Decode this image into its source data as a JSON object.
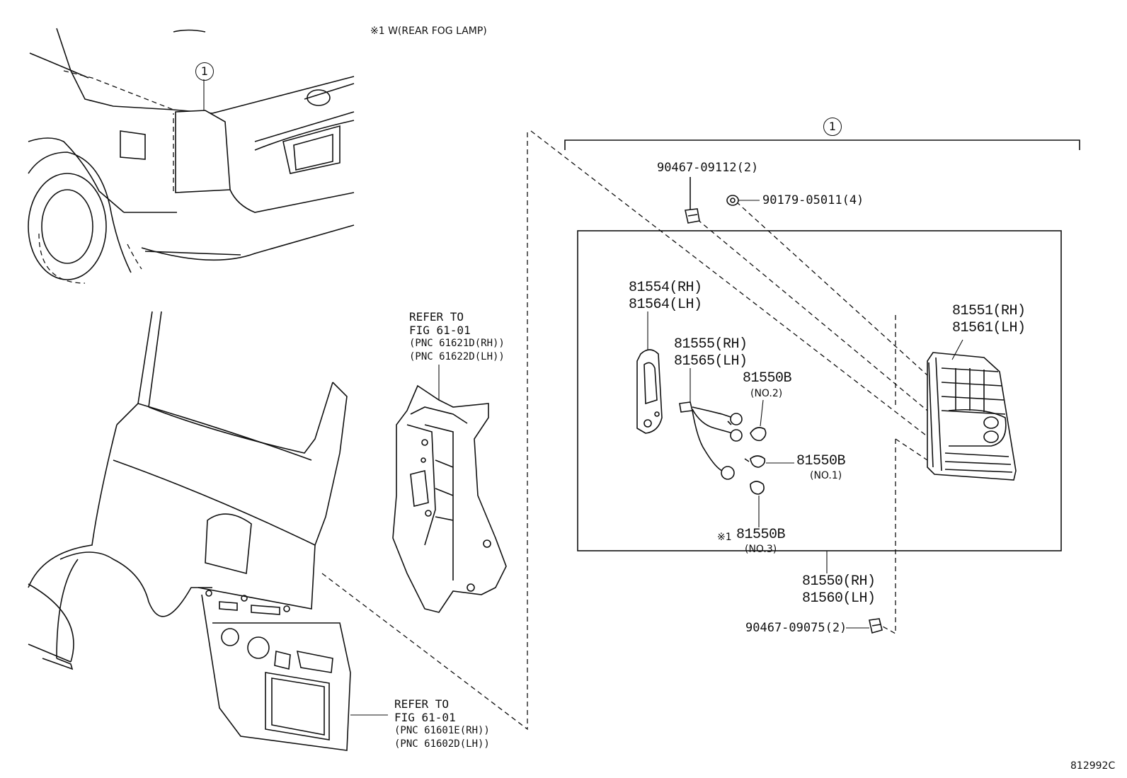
{
  "note_top": "※1 W(REAR FOG LAMP)",
  "callout_ref": "1",
  "labels": {
    "bolt_top": "90467-09112(2)",
    "screw": "90179-05011(4)",
    "gasket_rh": "81554(RH)",
    "gasket_lh": "81564(LH)",
    "socket_rh": "81555(RH)",
    "socket_lh": "81565(LH)",
    "bulb_no2_pn": "81550B",
    "bulb_no2_sub": "(NO.2)",
    "bulb_no1_pn": "81550B",
    "bulb_no1_sub": "(NO.1)",
    "bulb_no3_mark": "※1",
    "bulb_no3_pn": "81550B",
    "bulb_no3_sub": "(NO.3)",
    "lens_rh": "81551(RH)",
    "lens_lh": "81561(LH)",
    "assy_rh": "81550(RH)",
    "assy_lh": "81560(LH)",
    "bolt_bottom": "90467-09075(2)"
  },
  "refers": [
    {
      "l1": "REFER TO",
      "l2": "FIG 61-01",
      "l3": "(PNC 61621D(RH))",
      "l4": "(PNC 61622D(LH))"
    },
    {
      "l1": "REFER TO",
      "l2": "FIG 61-01",
      "l3": "(PNC 61601E(RH))",
      "l4": "(PNC 61602D(LH))"
    }
  ],
  "figure_id": "812992C"
}
